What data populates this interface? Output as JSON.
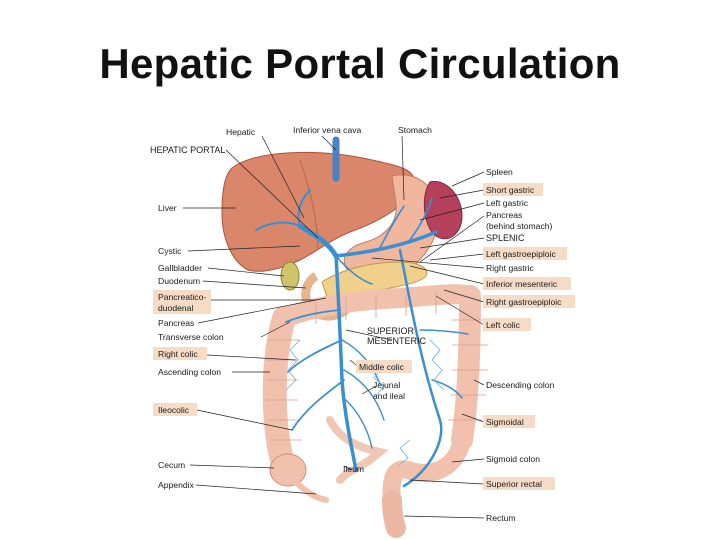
{
  "title": "Hepatic Portal Circulation",
  "labels": {
    "hepatic": "Hepatic",
    "inferior_vena_cava": "Inferior vena cava",
    "stomach": "Stomach",
    "hepatic_portal": "HEPATIC PORTAL",
    "spleen": "Spleen",
    "short_gastric": "Short gastric",
    "left_gastric": "Left gastric",
    "pancreas_behind_1": "Pancreas",
    "pancreas_behind_2": "(behind stomach)",
    "splenic": "SPLENIC",
    "left_gastroepiploic": "Left gastroepiploic",
    "right_gastric": "Right gastric",
    "inferior_mesenteric": "Inferior mesenteric",
    "right_gastroepiploic": "Right gastroepiploic",
    "left_colic": "Left colic",
    "liver": "Liver",
    "cystic": "Cystic",
    "gallbladder": "Gallbladder",
    "duodenum": "Duodenum",
    "pancreaticoduodenal_1": "Pancreatico-",
    "pancreaticoduodenal_2": "duodenal",
    "pancreas": "Pancreas",
    "transverse_colon": "Transverse colon",
    "right_colic": "Right colic",
    "ascending_colon": "Ascending colon",
    "ileocolic": "Ileocolic",
    "cecum": "Cecum",
    "appendix": "Appendix",
    "superior_mesenteric_1": "SUPERIOR",
    "superior_mesenteric_2": "MESENTERIC",
    "middle_colic": "Middle colic",
    "jejunal_1": "Jejunal",
    "jejunal_2": "and ileal",
    "ileum": "Ileum",
    "descending_colon": "Descending colon",
    "sigmoidal": "Sigmoidal",
    "sigmoid_colon": "Sigmoid colon",
    "superior_rectal": "Superior rectal",
    "rectum": "Rectum"
  },
  "colors": {
    "liver": "#d9866a",
    "stomach": "#f0b69e",
    "spleen": "#b5405c",
    "colon": "#f2c1ae",
    "vein": "#3a8fd1",
    "highlight": "#f6dcc6"
  }
}
